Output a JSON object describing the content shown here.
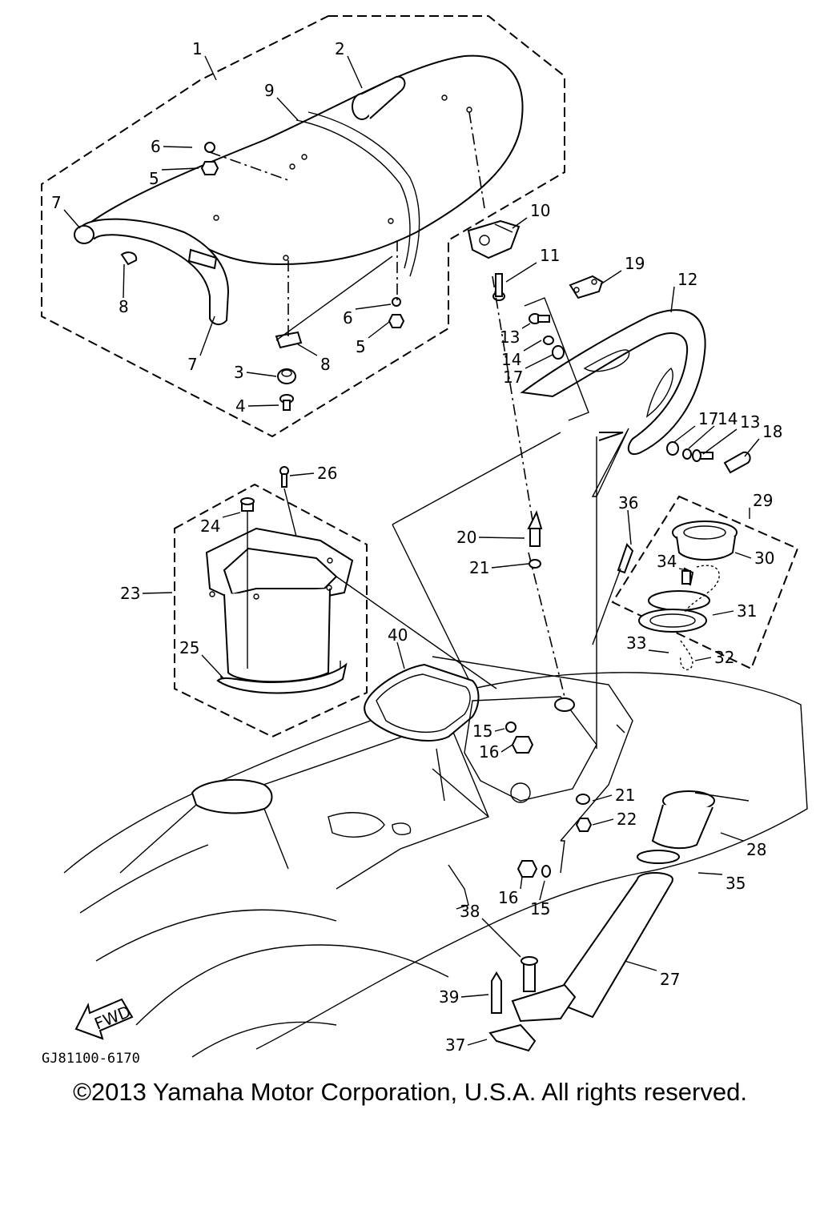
{
  "callouts": [
    {
      "n": "1"
    },
    {
      "n": "2"
    },
    {
      "n": "9"
    },
    {
      "n": "6"
    },
    {
      "n": "5"
    },
    {
      "n": "7"
    },
    {
      "n": "8"
    },
    {
      "n": "7"
    },
    {
      "n": "6"
    },
    {
      "n": "5"
    },
    {
      "n": "3"
    },
    {
      "n": "8"
    },
    {
      "n": "4"
    },
    {
      "n": "10"
    },
    {
      "n": "11"
    },
    {
      "n": "19"
    },
    {
      "n": "12"
    },
    {
      "n": "13"
    },
    {
      "n": "14"
    },
    {
      "n": "17"
    },
    {
      "n": "17"
    },
    {
      "n": "14"
    },
    {
      "n": "13"
    },
    {
      "n": "18"
    },
    {
      "n": "26"
    },
    {
      "n": "24"
    },
    {
      "n": "23"
    },
    {
      "n": "25"
    },
    {
      "n": "20"
    },
    {
      "n": "21"
    },
    {
      "n": "36"
    },
    {
      "n": "29"
    },
    {
      "n": "34"
    },
    {
      "n": "30"
    },
    {
      "n": "31"
    },
    {
      "n": "33"
    },
    {
      "n": "32"
    },
    {
      "n": "40"
    },
    {
      "n": "15"
    },
    {
      "n": "16"
    },
    {
      "n": "21"
    },
    {
      "n": "22"
    },
    {
      "n": "28"
    },
    {
      "n": "35"
    },
    {
      "n": "16"
    },
    {
      "n": "15"
    },
    {
      "n": "38"
    },
    {
      "n": "27"
    },
    {
      "n": "39"
    },
    {
      "n": "37"
    }
  ],
  "fwd_label": "FWD",
  "drawing_code": "GJ81100-6170",
  "copyright": "©2013 Yamaha Motor Corporation, U.S.A. All rights reserved."
}
